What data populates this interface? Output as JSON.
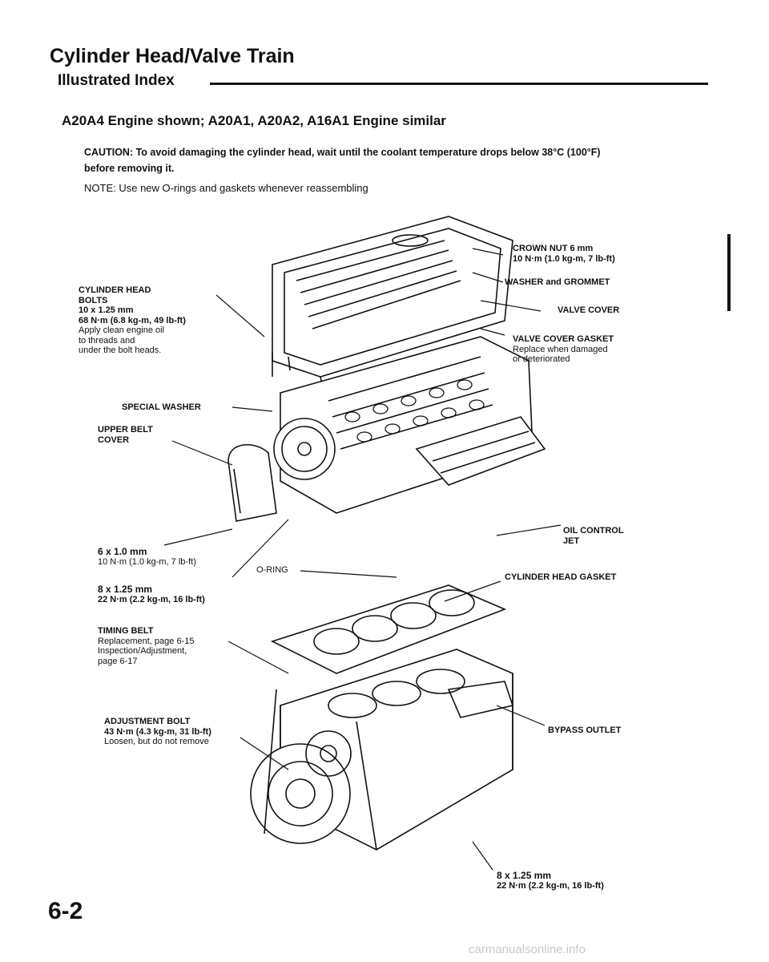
{
  "header": {
    "title": "Cylinder Head/Valve Train",
    "subtitle": "Illustrated Index",
    "engine_note": "A20A4 Engine shown; A20A1, A20A2, A16A1 Engine similar",
    "caution_line1": "CAUTION: To avoid damaging the cylinder head, wait until the coolant temperature drops below 38°C (100°F)",
    "caution_line2": "before removing it.",
    "note": "NOTE: Use new O-rings and gaskets whenever reassembling"
  },
  "labels": {
    "crown_nut": {
      "name": "CROWN NUT 6 mm",
      "spec": "10 N·m (1.0 kg-m, 7 lb-ft)"
    },
    "washer": {
      "name": "WASHER and GROMMET"
    },
    "head_bolts": {
      "name_1": "CYLINDER HEAD",
      "name_2": "BOLTS",
      "size": "10 x 1.25 mm",
      "spec": "68 N·m (6.8 kg-m, 49 lb-ft)",
      "note_1": "Apply clean engine oil",
      "note_2": "to threads and",
      "note_3": "under the bolt heads."
    },
    "valve_cover": {
      "name": "VALVE COVER"
    },
    "valve_cover_gasket": {
      "name": "VALVE COVER GASKET",
      "note_1": "Replace when damaged",
      "note_2": "or deteriorated"
    },
    "special_washer": {
      "name": "SPECIAL WASHER"
    },
    "upper_belt_cover": {
      "name_1": "UPPER BELT",
      "name_2": "COVER"
    },
    "oil_control_jet": {
      "name_1": "OIL CONTROL",
      "name_2": "JET"
    },
    "bolt_6mm": {
      "size": "6 x 1.0 mm",
      "spec": "10 N·m (1.0 kg-m, 7 lb-ft)"
    },
    "o_ring": {
      "name": "O-RING"
    },
    "bolt_8mm_a": {
      "size": "8 x 1.25 mm",
      "spec": "22 N·m (2.2 kg-m, 16 lb-ft)"
    },
    "head_gasket": {
      "name": "CYLINDER HEAD GASKET"
    },
    "timing_belt": {
      "name": "TIMING BELT",
      "note_1": "Replacement, page 6-15",
      "note_2": "Inspection/Adjustment,",
      "note_3": "page 6-17"
    },
    "adjustment_bolt": {
      "name": "ADJUSTMENT BOLT",
      "spec": "43 N·m (4.3 kg-m, 31 lb-ft)",
      "note": "Loosen, but do not remove"
    },
    "bypass_outlet": {
      "name": "BYPASS OUTLET"
    },
    "bolt_8mm_b": {
      "size": "8 x 1.25 mm",
      "spec": "22 N·m (2.2 kg-m, 16 lb-ft)"
    }
  },
  "footer": {
    "page_number": "6-2",
    "watermark": "carmanualsonline.info"
  }
}
